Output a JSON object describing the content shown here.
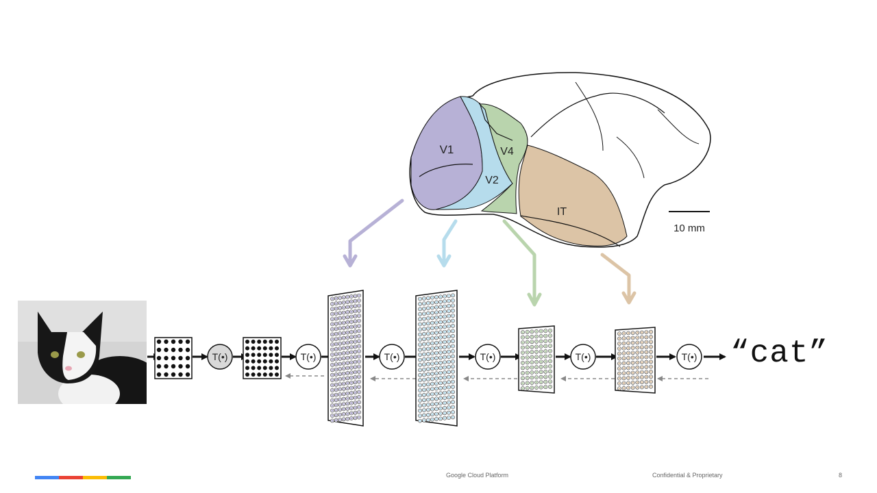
{
  "brain": {
    "regions": {
      "v1": "V1",
      "v2": "V2",
      "v4": "V4",
      "it": "IT"
    },
    "scale_bar_label": "10 mm"
  },
  "pipeline": {
    "input_image": "cat-photo",
    "transform_label": "T(•)",
    "output_label": "“cat”"
  },
  "colors": {
    "v1": "#b7b1d6",
    "v2": "#b6dcec",
    "v4": "#b9d4ad",
    "it": "#dcc4a6",
    "brand": [
      "#4285f4",
      "#ea4335",
      "#fbbc05",
      "#34a853"
    ]
  },
  "footer": {
    "center": "Google Cloud Platform",
    "right": "Confidential & Proprietary",
    "page": "8"
  }
}
